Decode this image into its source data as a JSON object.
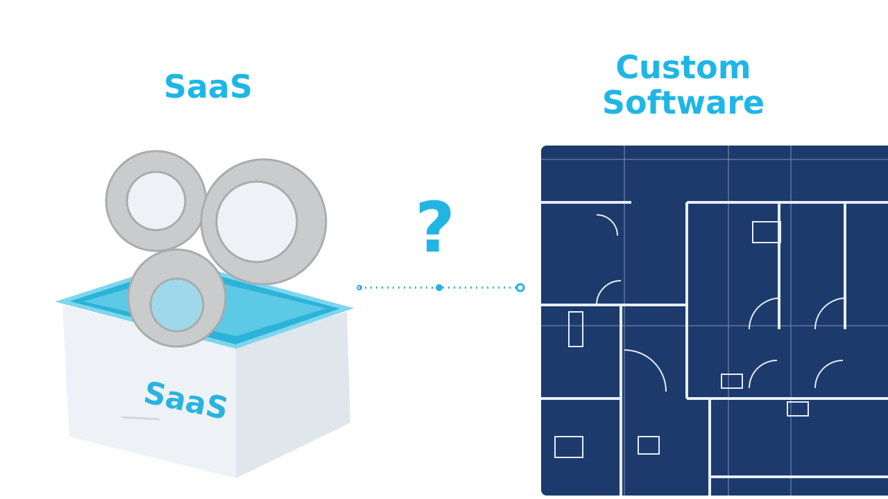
{
  "left": {
    "title": "SaaS",
    "box_label": "SaaS"
  },
  "center": {
    "symbol": "?"
  },
  "right": {
    "title_line1": "Custom",
    "title_line2": "Software"
  },
  "colors": {
    "accent": "#1fb6e6",
    "blueprint": "#1c3a6c",
    "gear": "#c9cbcd",
    "box": "#eef3f7"
  },
  "icons": [
    "gears-icon",
    "question-mark-icon",
    "blueprint-floorplan-icon"
  ]
}
